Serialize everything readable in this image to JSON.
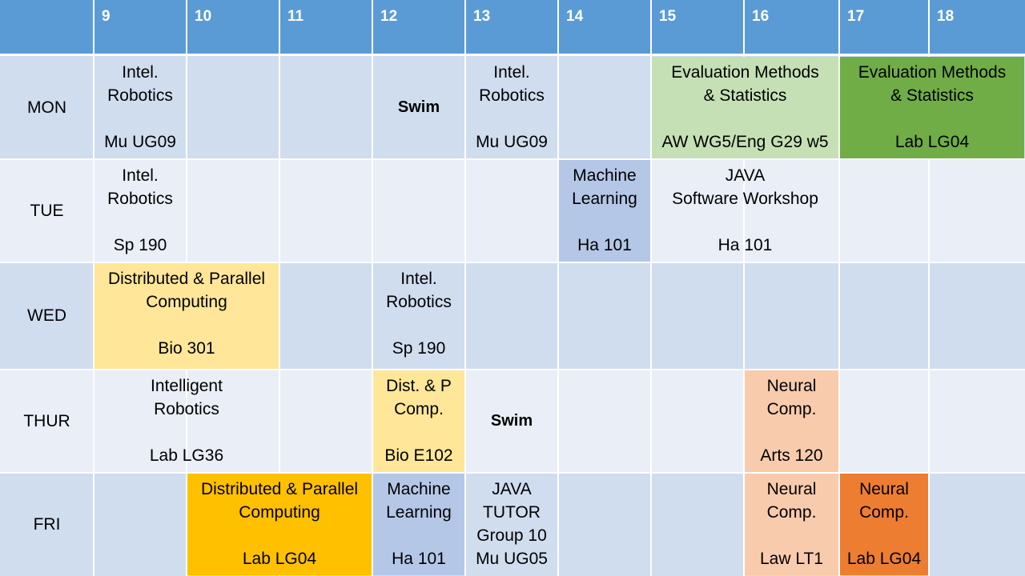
{
  "header": {
    "hours": [
      "9",
      "10",
      "11",
      "12",
      "13",
      "14",
      "15",
      "16",
      "17",
      "18"
    ]
  },
  "days": [
    "MON",
    "TUE",
    "WED",
    "THUR",
    "FRI"
  ],
  "colors": {
    "header": "#5b9bd5",
    "row_dark": "#d0ddef",
    "row_light": "#e9eef7",
    "light_green": "#c5e0b4",
    "green": "#70ad47",
    "light_blue": "#b4c7e7",
    "light_yellow": "#ffe699",
    "gold": "#ffc000",
    "peach": "#f8cbad",
    "orange": "#ed7d31"
  },
  "events": {
    "mon_robotics_9": [
      "Intel.",
      "Robotics",
      "",
      "Mu UG09"
    ],
    "mon_swim": "Swim",
    "mon_robotics_13": [
      "Intel.",
      "Robotics",
      "",
      "Mu UG09"
    ],
    "mon_eval_1": [
      "Evaluation Methods",
      "& Statistics",
      "",
      "AW WG5/Eng G29 w5"
    ],
    "mon_eval_2": [
      "Evaluation Methods",
      "& Statistics",
      "",
      "Lab LG04"
    ],
    "tue_robotics": [
      "Intel.",
      "Robotics",
      "",
      "Sp 190"
    ],
    "tue_ml": [
      "Machine",
      "Learning",
      "",
      "Ha 101"
    ],
    "tue_java": [
      "JAVA",
      "Software Workshop",
      "",
      "Ha 101"
    ],
    "wed_dpc": [
      "Distributed & Parallel",
      "Computing",
      "",
      "Bio 301"
    ],
    "wed_robotics": [
      "Intel.",
      "Robotics",
      "",
      "Sp 190"
    ],
    "thu_robotics": [
      "Intelligent",
      "Robotics",
      "",
      "Lab LG36"
    ],
    "thu_dpc": [
      "Dist. & P",
      "Comp.",
      "",
      "Bio E102"
    ],
    "thu_swim": "Swim",
    "thu_neural": [
      "Neural",
      "Comp.",
      "",
      "Arts 120"
    ],
    "fri_dpc": [
      "Distributed & Parallel",
      "Computing",
      "",
      "Lab LG04"
    ],
    "fri_ml": [
      "Machine",
      "Learning",
      "",
      "Ha 101"
    ],
    "fri_java": [
      "JAVA",
      "TUTOR",
      "Group 10",
      "Mu UG05"
    ],
    "fri_neural_1": [
      "Neural",
      "Comp.",
      "",
      "Law LT1"
    ],
    "fri_neural_2": [
      "Neural",
      "Comp.",
      "",
      "Lab LG04"
    ]
  }
}
